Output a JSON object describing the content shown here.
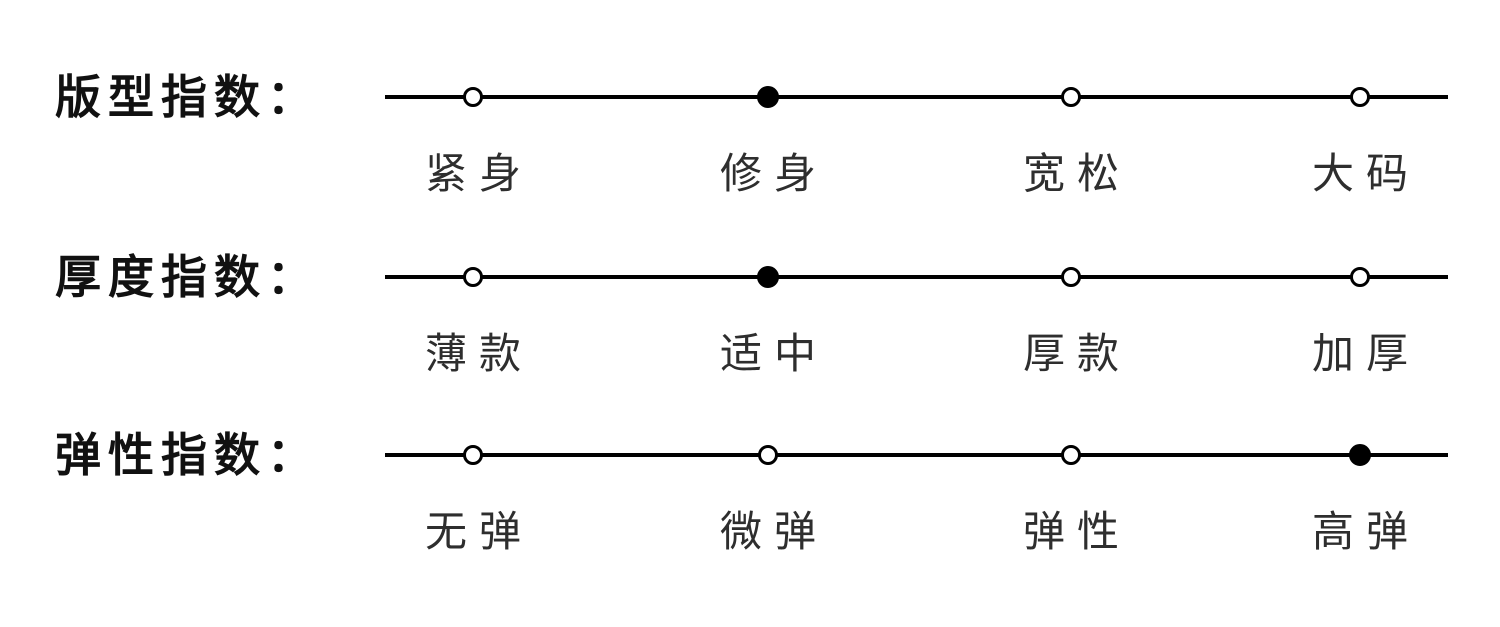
{
  "panel": {
    "description_colors": {
      "background": "#ffffff",
      "line": "#000000",
      "marker_selected_fill": "#000000",
      "marker_unselected_fill": "#ffffff",
      "marker_stroke": "#000000",
      "title_text": "#111111",
      "option_text": "#2e2e2e"
    },
    "rows": [
      {
        "title": "版型指数：",
        "options": [
          "紧身",
          "修身",
          "宽松",
          "大码"
        ],
        "selected_index": 1,
        "selected_label": "修身"
      },
      {
        "title": "厚度指数：",
        "options": [
          "薄款",
          "适中",
          "厚款",
          "加厚"
        ],
        "selected_index": 1,
        "selected_label": "适中"
      },
      {
        "title": "弹性指数：",
        "options": [
          "无弹",
          "微弹",
          "弹性",
          "高弹"
        ],
        "selected_index": 3,
        "selected_label": "高弹"
      }
    ]
  }
}
